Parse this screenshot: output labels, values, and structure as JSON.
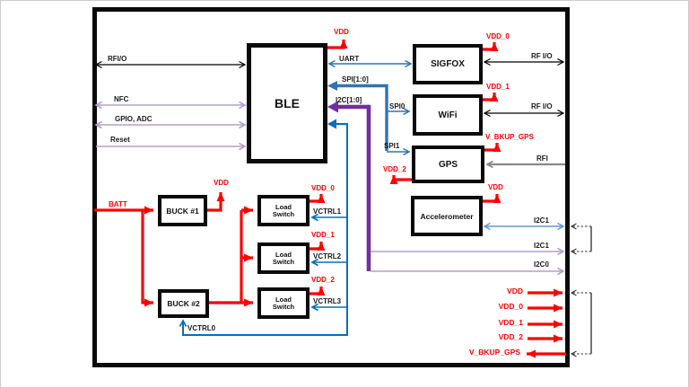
{
  "blocks": {
    "ble": "BLE",
    "sigfox": "SIGFOX",
    "wifi": "WiFi",
    "gps": "GPS",
    "accelerometer": "Accelerometer",
    "buck1": "BUCK #1",
    "buck2": "BUCK #2",
    "load_switch_line1": "Load",
    "load_switch_line2": "Switch"
  },
  "signals": {
    "rfio_left": "RFI/O",
    "nfc": "NFC",
    "gpio_adc": "GPIO, ADC",
    "reset": "Reset",
    "uart": "UART",
    "spi_bus": "SPI[1:0]",
    "i2c_bus": "I2C[1:0]",
    "spi0": "SPI0",
    "spi1": "SPI1",
    "rfio_sigfox": "RF I/O",
    "rfio_wifi": "RF I/O",
    "rfi_gps": "RFI",
    "i2c1_accel": "I2C1",
    "i2c1": "I2C1",
    "i2c0": "I2C0",
    "batt": "BATT",
    "vctrl0": "VCTRL0",
    "vctrl1": "VCTRL1",
    "vctrl2": "VCTRL2",
    "vctrl3": "VCTRL3"
  },
  "power": {
    "vdd_ble": "VDD",
    "vdd0_sigfox": "VDD_0",
    "vdd1_wifi": "VDD_1",
    "vbkup_gps": "V_BKUP_GPS",
    "vdd2_gps": "VDD_2",
    "vdd_accel": "VDD",
    "vdd_buck1": "VDD",
    "vdd0_ls1": "VDD_0",
    "vdd1_ls2": "VDD_1",
    "vdd2_ls3": "VDD_2",
    "rail_vdd": "VDD",
    "rail_vdd0": "VDD_0",
    "rail_vdd1": "VDD_1",
    "rail_vdd2": "VDD_2",
    "rail_vbkup": "V_BKUP_GPS"
  },
  "colors": {
    "power_red": "#FF0000",
    "signal_blue": "#2E75B6",
    "i2c1_light_blue": "#5B9BD5",
    "control_blue": "#0070C0",
    "i2c_purple": "#7030A0",
    "gpio_light_purple": "#B2A1C7",
    "rfi_gray": "#8A8A8A",
    "line_black": "#000000"
  }
}
